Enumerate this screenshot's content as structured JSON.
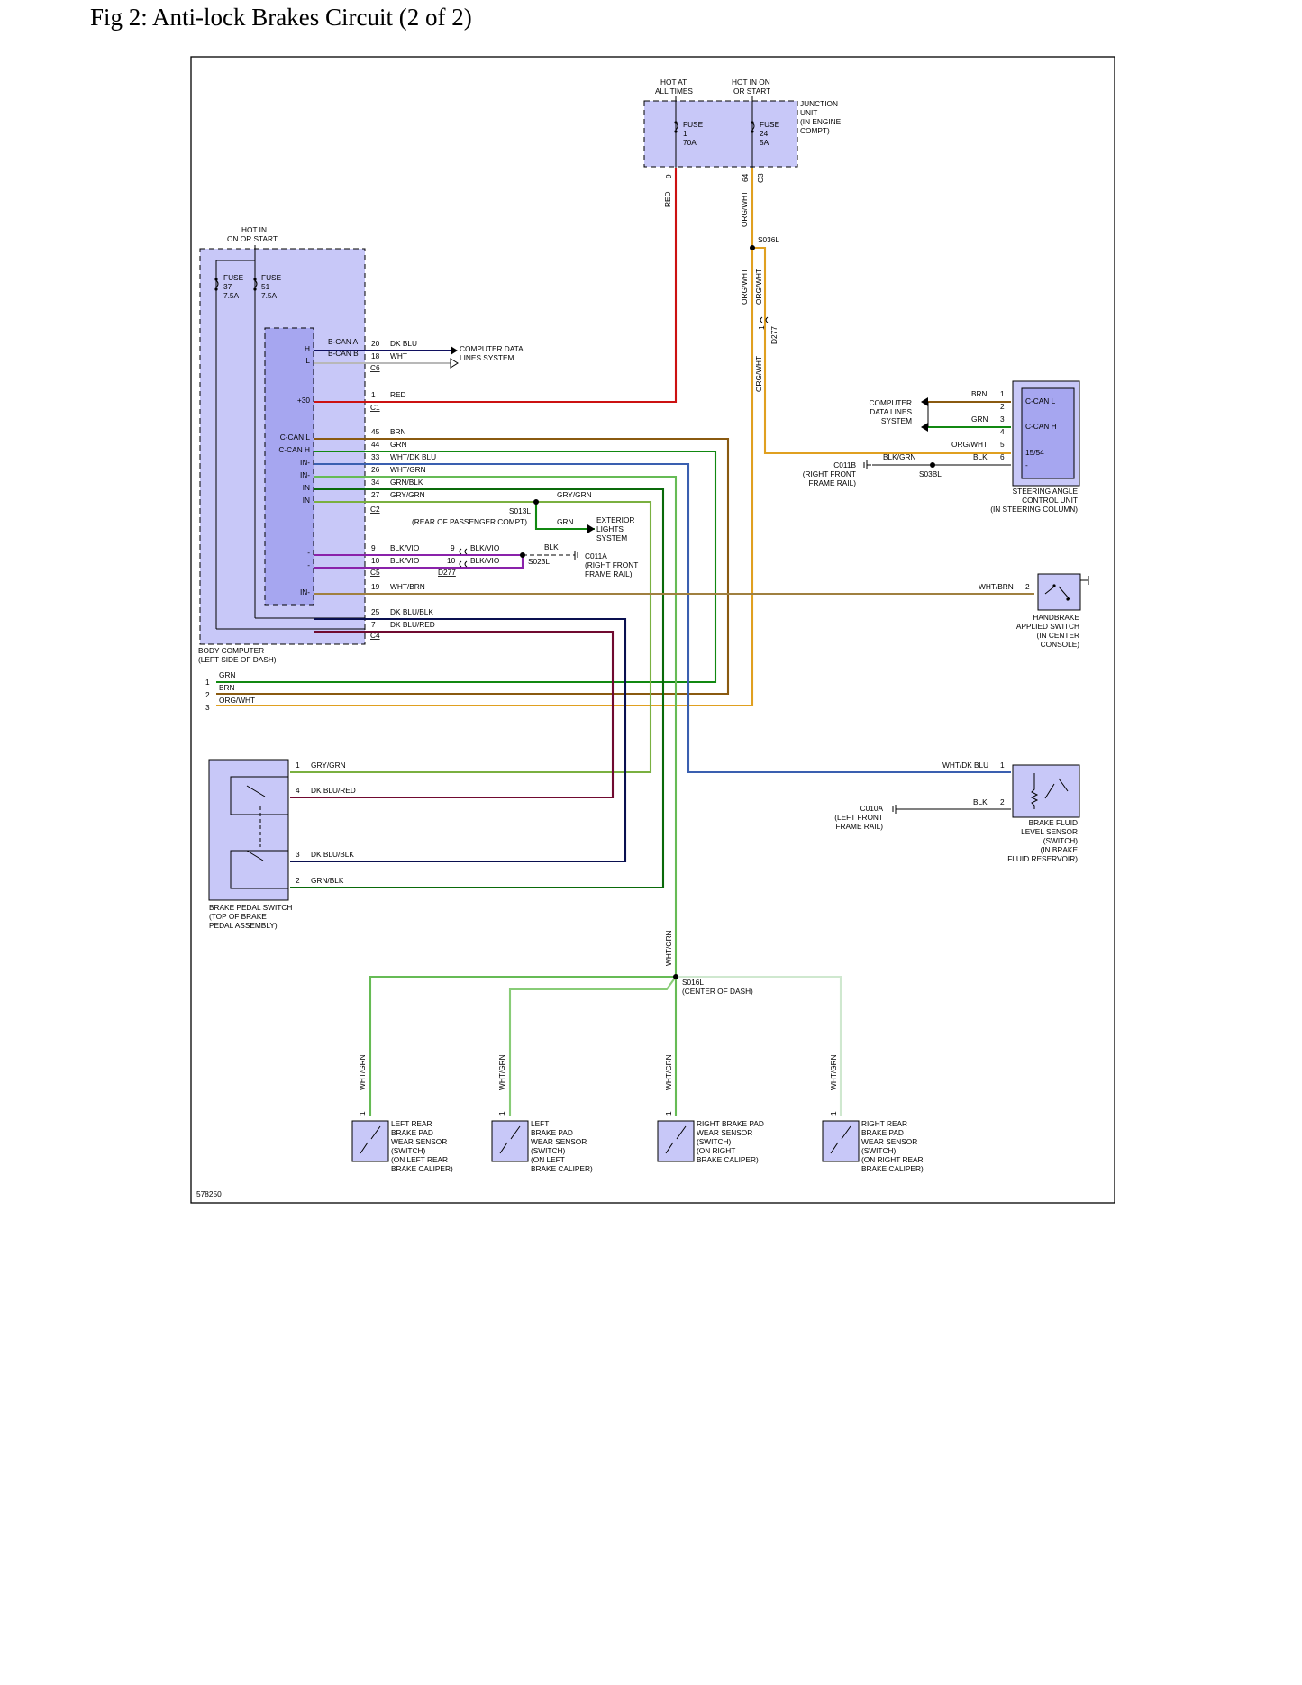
{
  "figure": {
    "title": "Fig 2: Anti-lock Brakes Circuit (2 of 2)",
    "id": "578250"
  },
  "colors": {
    "RED": "#cc1111",
    "ORG/WHT": "#e0a020",
    "DK BLU": "#101060",
    "WHT": "#b8b8b8",
    "BRN": "#8a5a10",
    "GRN": "#118811",
    "WHT/DK BLU": "#3a5fb0",
    "WHT/GRN": "#66bb55",
    "GRN/BLK": "#0a6a0a",
    "GRY/GRN": "#7ab040",
    "BLK": "#000000",
    "BLK/VIO": "#8a22aa",
    "WHT/BRN": "#a08040",
    "DK BLU/BLK": "#0a1050",
    "DK BLU/RED": "#700a30",
    "component_fill": "#c8c8f8",
    "module_fill": "#a6a6f0"
  },
  "junction_unit": {
    "feed_1": [
      "HOT AT",
      "ALL TIMES"
    ],
    "feed_2": [
      "HOT IN ON",
      "OR START"
    ],
    "name": [
      "JUNCTION",
      "UNIT",
      "(IN ENGINE",
      "COMPT)"
    ],
    "fuse_a": [
      "FUSE",
      "1",
      "70A"
    ],
    "fuse_b": [
      "FUSE",
      "24",
      "5A"
    ],
    "pin_a": "9",
    "pin_b": "64",
    "connector": "C3"
  },
  "body_computer": {
    "feed": [
      "HOT IN",
      "ON OR START"
    ],
    "fuse_a": [
      "FUSE",
      "37",
      "7.5A"
    ],
    "fuse_b": [
      "FUSE",
      "51",
      "7.5A"
    ],
    "name": [
      "BODY COMPUTER",
      "(LEFT SIDE OF DASH)"
    ],
    "internal": [
      "H",
      "L",
      "+30",
      "C-CAN L",
      "C-CAN H",
      "IN-",
      "IN-",
      "IN",
      "IN",
      "-",
      "-",
      "IN-"
    ],
    "bcan_a": "B-CAN A",
    "bcan_b": "B-CAN B",
    "connectors": [
      "C6",
      "C1",
      "C2",
      "C5",
      "C4"
    ]
  },
  "wires": {
    "c6": [
      {
        "pin": "20",
        "label": "DK BLU"
      },
      {
        "pin": "18",
        "label": "WHT"
      }
    ],
    "c1": [
      {
        "pin": "1",
        "label": "RED"
      }
    ],
    "c2": [
      {
        "pin": "45",
        "label": "BRN"
      },
      {
        "pin": "44",
        "label": "GRN"
      },
      {
        "pin": "33",
        "label": "WHT/DK BLU"
      },
      {
        "pin": "26",
        "label": "WHT/GRN"
      },
      {
        "pin": "34",
        "label": "GRN/BLK"
      },
      {
        "pin": "27",
        "label": "GRY/GRN"
      }
    ],
    "c5": [
      {
        "pin": "9",
        "label": "BLK/VIO",
        "d277_pin": "9",
        "d277_label": "BLK/VIO"
      },
      {
        "pin": "10",
        "label": "BLK/VIO",
        "d277_pin": "10",
        "d277_label": "BLK/VIO"
      },
      {
        "pin": "19",
        "label": "WHT/BRN"
      }
    ],
    "c4": [
      {
        "pin": "25",
        "label": "DK BLU/BLK"
      },
      {
        "pin": "7",
        "label": "DK BLU/RED"
      }
    ],
    "red_vertical": "RED",
    "org_vertical_1": "ORG/WHT",
    "org_vertical_2": "ORG/WHT",
    "org_vertical_3": "ORG/WHT",
    "org_vertical_4": "ORG/WHT"
  },
  "data_lines_system": [
    "COMPUTER DATA",
    "LINES SYSTEM"
  ],
  "splices": {
    "s036l": "S036L",
    "d277": "D277",
    "d277_pin": "1",
    "s013l": "S013L",
    "s013l_desc": "(REAR OF PASSENGER COMPT)",
    "s013l_branch": "GRY/GRN",
    "s013l_grn": "GRN",
    "s023l": "S023L",
    "blk": "BLK",
    "s03bl": "S03BL",
    "s016l": "S016L",
    "s016l_desc": "(CENTER OF DASH)"
  },
  "exterior_lights": [
    "EXTERIOR",
    "LIGHTS",
    "SYSTEM"
  ],
  "grounds": {
    "c011a": [
      "C011A",
      "(RIGHT FRONT",
      "FRAME RAIL)"
    ],
    "c011b": [
      "C011B",
      "(RIGHT FRONT",
      "FRAME RAIL)"
    ],
    "c010a": [
      "C010A",
      "(LEFT FRONT",
      "FRAME RAIL)"
    ]
  },
  "steering_angle": {
    "name": [
      "STEERING ANGLE",
      "CONTROL UNIT",
      "(IN STEERING COLUMN)"
    ],
    "data_lines": [
      "COMPUTER",
      "DATA LINES",
      "SYSTEM"
    ],
    "pins": [
      {
        "pin": "1",
        "label": "BRN"
      },
      {
        "pin": "2",
        "label": ""
      },
      {
        "pin": "3",
        "label": "GRN"
      },
      {
        "pin": "4",
        "label": ""
      },
      {
        "pin": "5",
        "label": "ORG/WHT"
      },
      {
        "pin": "6",
        "label": "BLK"
      }
    ],
    "internal": [
      "C-CAN L",
      "C-CAN H",
      "15/54",
      "-"
    ],
    "ground_label": "BLK/GRN"
  },
  "handbrake": {
    "name": [
      "HANDBRAKE",
      "APPLIED SWITCH",
      "(IN CENTER",
      "CONSOLE)"
    ],
    "wire_label": "WHT/BRN",
    "pin": "2"
  },
  "bottom_bus": [
    {
      "pin": "1",
      "label": "GRN"
    },
    {
      "pin": "2",
      "label": "BRN"
    },
    {
      "pin": "3",
      "label": "ORG/WHT"
    }
  ],
  "brake_pedal": {
    "name": [
      "BRAKE PEDAL SWITCH",
      "(TOP OF BRAKE",
      "PEDAL ASSEMBLY)"
    ],
    "pins": [
      {
        "pin": "1",
        "label": "GRY/GRN"
      },
      {
        "pin": "4",
        "label": "DK BLU/RED"
      },
      {
        "pin": "3",
        "label": "DK BLU/BLK"
      },
      {
        "pin": "2",
        "label": "GRN/BLK"
      }
    ]
  },
  "brake_fluid": {
    "name": [
      "BRAKE FLUID",
      "LEVEL SENSOR",
      "(SWITCH)",
      "(IN BRAKE",
      "FLUID RESERVOIR)"
    ],
    "pins": [
      {
        "pin": "1",
        "label": "WHT/DK BLU"
      },
      {
        "pin": "2",
        "label": "BLK"
      }
    ]
  },
  "pad_sensors": {
    "trunk_label": "WHT/GRN",
    "sensors": [
      {
        "pin": "1",
        "wire": "WHT/GRN",
        "name": [
          "LEFT REAR",
          "BRAKE PAD",
          "WEAR SENSOR",
          "(SWITCH)",
          "(ON LEFT REAR",
          "BRAKE CALIPER)"
        ]
      },
      {
        "pin": "1",
        "wire": "WHT/GRN",
        "name": [
          "LEFT",
          "BRAKE PAD",
          "WEAR SENSOR",
          "(SWITCH)",
          "(ON LEFT",
          "BRAKE CALIPER)"
        ]
      },
      {
        "pin": "1",
        "wire": "WHT/GRN",
        "name": [
          "RIGHT BRAKE PAD",
          "WEAR SENSOR",
          "(SWITCH)",
          "(ON RIGHT",
          "BRAKE CALIPER)"
        ]
      },
      {
        "pin": "1",
        "wire": "WHT/GRN",
        "name": [
          "RIGHT REAR",
          "BRAKE PAD",
          "WEAR SENSOR",
          "(SWITCH)",
          "(ON RIGHT REAR",
          "BRAKE CALIPER)"
        ]
      }
    ]
  }
}
